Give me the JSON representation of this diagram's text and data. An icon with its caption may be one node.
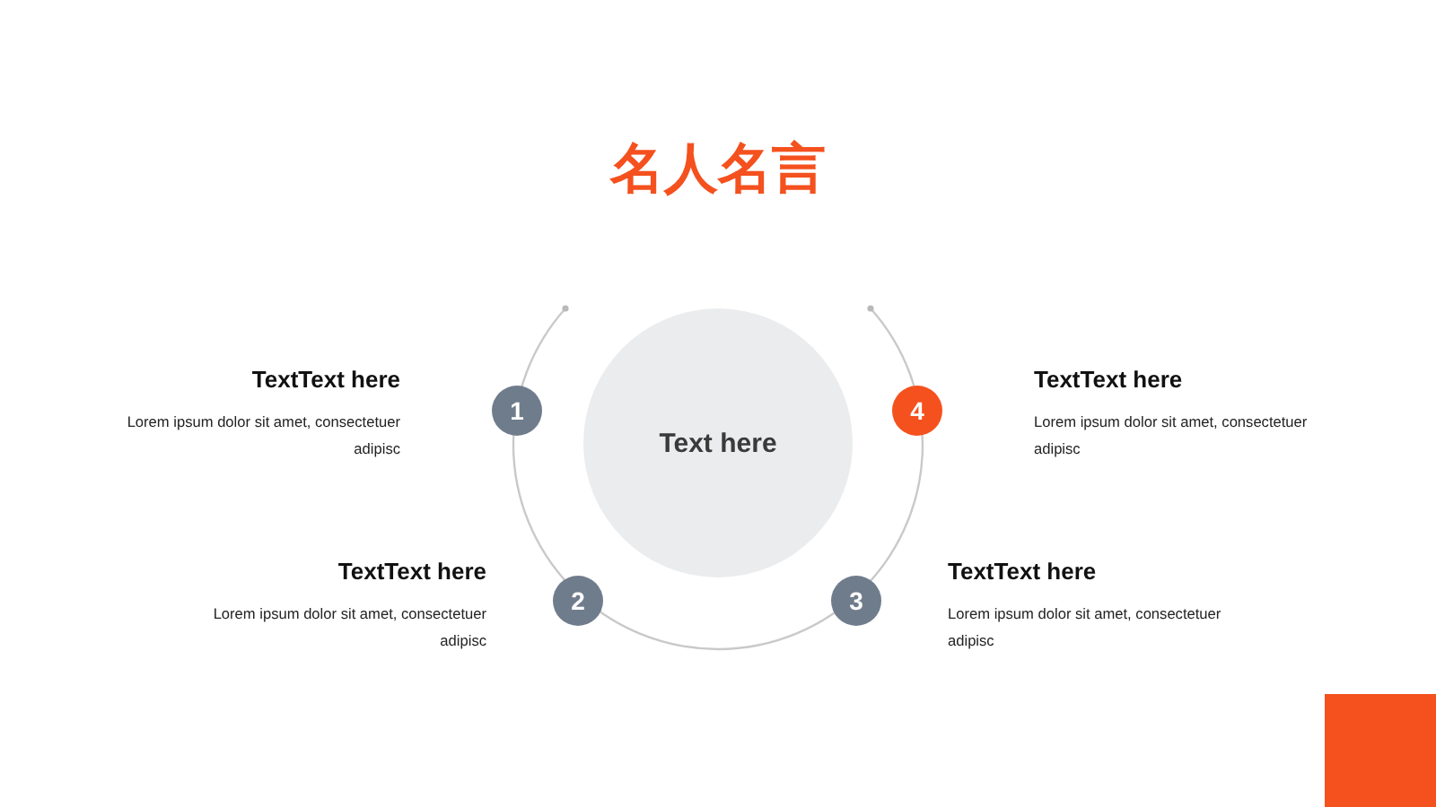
{
  "diagram": {
    "title": "名人名言",
    "nodes": [
      {
        "text": [
          "Text here"
        ]
      },
      {
        "text": [
          "1"
        ],
        "beside": [
          "TextText here",
          "Lorem ipsum dolor sit amet, consectetuer adipisc"
        ]
      },
      {
        "text": [
          "2"
        ],
        "beside": [
          "TextText here",
          "Lorem ipsum dolor sit amet, consectetuer adipisc"
        ]
      },
      {
        "text": [
          "3"
        ],
        "beside": [
          "TextText here",
          "Lorem ipsum dolor sit amet, consectetuer adipisc"
        ]
      },
      {
        "text": [
          "4"
        ],
        "beside": [
          "TextText here",
          "Lorem ipsum dolor sit amet, consectetuer adipisc"
        ]
      }
    ]
  }
}
